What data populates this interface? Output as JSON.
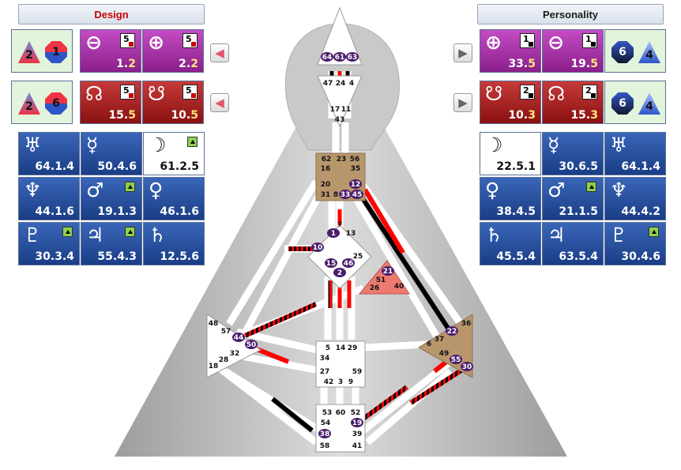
{
  "headers": {
    "design": "Design",
    "personality": "Personality"
  },
  "colors": {
    "design_red": "#cc0000",
    "gate_active": "#4a1c6b",
    "panel_blue": "#1f4594"
  },
  "design": {
    "top_rows": [
      {
        "badges": [
          {
            "shape": "tri",
            "value": "2"
          },
          {
            "shape": "oct",
            "value": "1"
          }
        ],
        "cells": [
          {
            "icon": "earth-icon",
            "symbol": "⊖",
            "line_box": "5",
            "gate": "1",
            "line": "2"
          },
          {
            "icon": "sun-icon",
            "symbol": "⊕",
            "line_box": "5",
            "gate": "2",
            "line": "2"
          }
        ]
      },
      {
        "badges": [
          {
            "shape": "tri",
            "value": "2"
          },
          {
            "shape": "oct",
            "value": "6"
          }
        ],
        "cells": [
          {
            "icon": "north-node-icon",
            "symbol": "☊",
            "line_box": "5",
            "gate": "15",
            "line": "5"
          },
          {
            "icon": "south-node-icon",
            "symbol": "☋",
            "line_box": "5",
            "gate": "10",
            "line": "5"
          }
        ]
      }
    ],
    "planets": [
      {
        "icon": "uranus-icon",
        "symbol": "♅",
        "value": "64.1.4",
        "arrow": false,
        "style": "blue"
      },
      {
        "icon": "mercury-icon",
        "symbol": "☿",
        "value": "50.4.6",
        "arrow": false,
        "style": "blue"
      },
      {
        "icon": "moon-icon",
        "symbol": "☽",
        "value": "61.2.5",
        "arrow": true,
        "style": "white"
      },
      {
        "icon": "neptune-icon",
        "symbol": "♆",
        "value": "44.1.6",
        "arrow": false,
        "style": "blue"
      },
      {
        "icon": "mars-icon",
        "symbol": "♂",
        "value": "19.1.3",
        "arrow": true,
        "style": "blue"
      },
      {
        "icon": "venus-icon",
        "symbol": "♀",
        "value": "46.1.6",
        "arrow": false,
        "style": "blue"
      },
      {
        "icon": "pluto-icon",
        "symbol": "♇",
        "value": "30.3.4",
        "arrow": true,
        "style": "blue"
      },
      {
        "icon": "jupiter-icon",
        "symbol": "♃",
        "value": "55.4.3",
        "arrow": true,
        "style": "blue"
      },
      {
        "icon": "saturn-icon",
        "symbol": "♄",
        "value": "12.5.6",
        "arrow": false,
        "style": "blue"
      }
    ]
  },
  "personality": {
    "top_rows": [
      {
        "cells": [
          {
            "icon": "sun-icon",
            "symbol": "⊕",
            "line_box": "1",
            "gate": "33",
            "line": "5"
          },
          {
            "icon": "earth-icon",
            "symbol": "⊖",
            "line_box": "1",
            "gate": "19",
            "line": "5"
          }
        ],
        "badges": [
          {
            "shape": "oct-blue",
            "value": "6"
          },
          {
            "shape": "tri-blue",
            "value": "4"
          }
        ]
      },
      {
        "cells": [
          {
            "icon": "south-node-icon",
            "symbol": "☋",
            "line_box": "2",
            "gate": "10",
            "line": "3"
          },
          {
            "icon": "north-node-icon",
            "symbol": "☊",
            "line_box": "2",
            "gate": "15",
            "line": "3"
          }
        ],
        "badges": [
          {
            "shape": "oct-blue",
            "value": "6"
          },
          {
            "shape": "tri-blue",
            "value": "4"
          }
        ]
      }
    ],
    "planets": [
      {
        "icon": "moon-icon",
        "symbol": "☽",
        "value": "22.5.1",
        "arrow": false,
        "style": "white"
      },
      {
        "icon": "mercury-icon",
        "symbol": "☿",
        "value": "30.6.5",
        "arrow": false,
        "style": "blue"
      },
      {
        "icon": "uranus-icon",
        "symbol": "♅",
        "value": "64.1.4",
        "arrow": false,
        "style": "blue"
      },
      {
        "icon": "venus-icon",
        "symbol": "♀",
        "value": "38.4.5",
        "arrow": false,
        "style": "blue"
      },
      {
        "icon": "mars-icon",
        "symbol": "♂",
        "value": "21.1.5",
        "arrow": true,
        "style": "blue"
      },
      {
        "icon": "neptune-icon",
        "symbol": "♆",
        "value": "44.4.2",
        "arrow": false,
        "style": "blue"
      },
      {
        "icon": "saturn-icon",
        "symbol": "♄",
        "value": "45.5.4",
        "arrow": false,
        "style": "blue"
      },
      {
        "icon": "jupiter-icon",
        "symbol": "♃",
        "value": "63.5.4",
        "arrow": false,
        "style": "blue"
      },
      {
        "icon": "pluto-icon",
        "symbol": "♇",
        "value": "30.4.6",
        "arrow": true,
        "style": "blue"
      }
    ]
  },
  "bodygraph": {
    "head": {
      "gates": [
        {
          "n": "64",
          "active": true
        },
        {
          "n": "61",
          "active": true
        },
        {
          "n": "63",
          "active": true
        }
      ]
    },
    "ajna": {
      "gates": [
        "47",
        "24",
        "4",
        "17",
        "11",
        "43"
      ]
    },
    "throat": {
      "gates": [
        "62",
        "23",
        "56",
        "16",
        "35",
        "20",
        "31",
        "8",
        "12",
        "33",
        "45"
      ],
      "active": [
        "12",
        "33",
        "45"
      ]
    },
    "g": {
      "gates": [
        "1",
        "7",
        "13",
        "10",
        "25",
        "15",
        "46",
        "2"
      ],
      "active": [
        "1",
        "10",
        "15",
        "46",
        "2"
      ]
    },
    "heart": {
      "gates": [
        "21",
        "51",
        "26",
        "40"
      ],
      "active": [
        "21"
      ]
    },
    "spleen": {
      "gates": [
        "48",
        "57",
        "44",
        "50",
        "32",
        "28",
        "18"
      ],
      "active": [
        "44",
        "50"
      ]
    },
    "sacral": {
      "gates": [
        "5",
        "14",
        "29",
        "34",
        "27",
        "59",
        "42",
        "3",
        "9"
      ]
    },
    "solar": {
      "gates": [
        "36",
        "22",
        "6",
        "37",
        "49",
        "55",
        "30"
      ],
      "active": [
        "22",
        "55",
        "30"
      ]
    },
    "root": {
      "gates": [
        "53",
        "60",
        "52",
        "54",
        "19",
        "38",
        "39",
        "58",
        "41"
      ],
      "active": [
        "19",
        "38"
      ]
    }
  }
}
